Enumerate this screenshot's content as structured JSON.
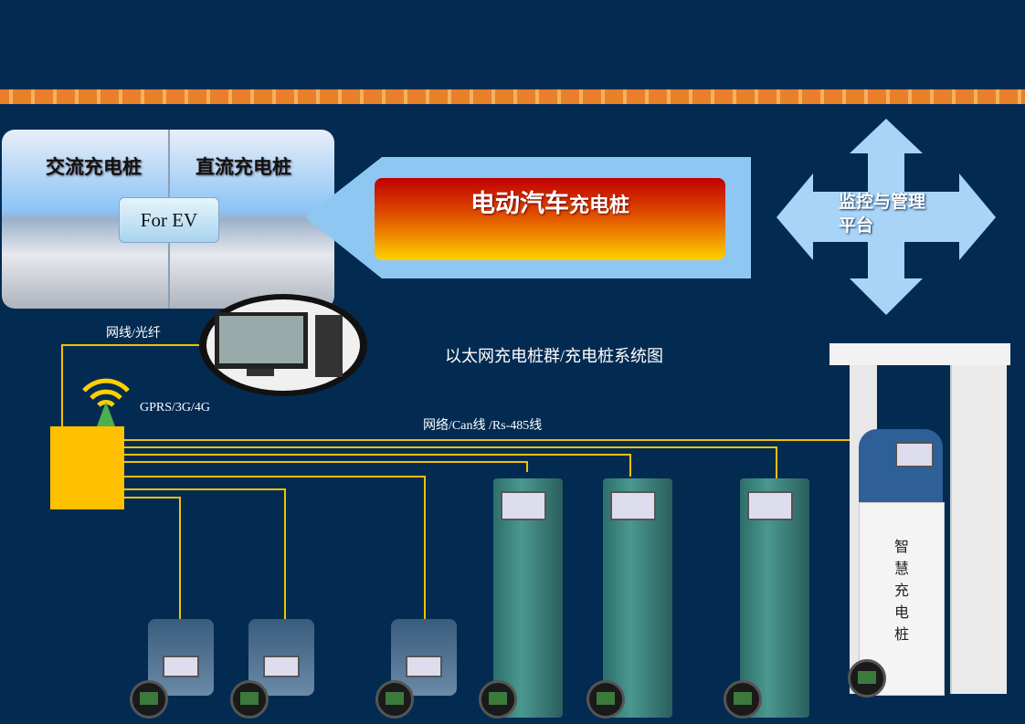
{
  "top_panel": {
    "ac_label": "交流充电桩",
    "dc_label": "直流充电桩",
    "for_ev": "For EV"
  },
  "banner": {
    "title_big": "电动汽车",
    "title_small": "充电桩"
  },
  "management": {
    "line1": "监控与管理",
    "line2": "平台"
  },
  "labels": {
    "network_fiber": "网线/光纤",
    "gprs": "GPRS/3G/4G",
    "system_title": "以太网充电桩群/充电桩系统图",
    "bus": "网络/Can线 /Rs-485线"
  },
  "smart_pile": {
    "chars": [
      "智",
      "慧",
      "充",
      "电",
      "桩"
    ]
  },
  "colors": {
    "background": "#032b52",
    "wire": "#f2c200",
    "controller": "#ffc000"
  }
}
